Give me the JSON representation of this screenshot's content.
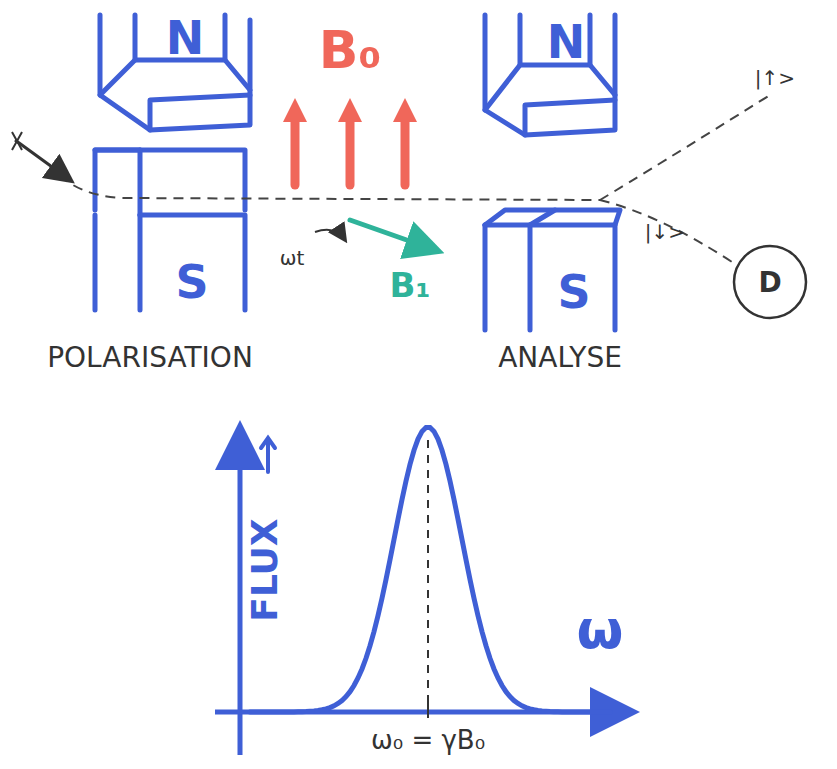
{
  "diagram": {
    "nodes": [
      {
        "text": [
          "D"
        ]
      }
    ],
    "labels": [
      "N",
      "N",
      "S",
      "S",
      "B₀",
      "ωt",
      "B₁",
      "|↑>",
      "|↓>",
      "POLARISATION",
      "ANALYSE",
      "FLUX",
      "ω",
      "ω₀ = γB₀"
    ]
  }
}
